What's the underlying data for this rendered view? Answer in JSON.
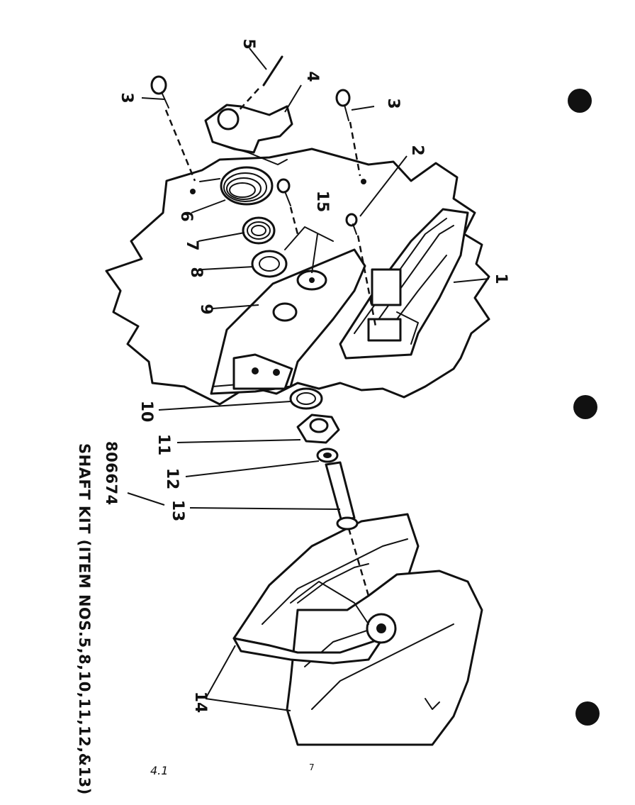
{
  "diagram": {
    "kit_number": "806674",
    "kit_title": "SHAFT KIT (ITEM NOS.5,8,10,11,12,&13)",
    "page_mark": "7",
    "corner_mark": "4.1",
    "callouts": [
      "1",
      "2",
      "3",
      "3",
      "4",
      "5",
      "6",
      "7",
      "8",
      "9",
      "10",
      "11",
      "12",
      "13",
      "14",
      "15"
    ]
  }
}
